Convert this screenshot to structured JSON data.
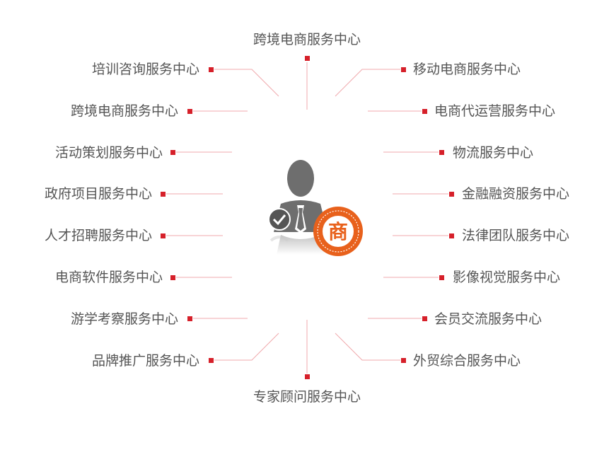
{
  "center": {
    "check_icon": "check-circle-icon",
    "logo_icon": "service-logo-seal-icon",
    "logo_char": "商",
    "logo_color": "#e8611c",
    "person_color": "#6e6e6e"
  },
  "accent_color": "#d6202a",
  "line_color": "#f0a9ad",
  "services": {
    "top": "跨境电商服务中心",
    "bottom": "专家顾问服务中心",
    "left": [
      "培训咨询服务中心",
      "跨境电商服务中心",
      "活动策划服务中心",
      "政府项目服务中心",
      "人才招聘服务中心",
      "电商软件服务中心",
      "游学考察服务中心",
      "品牌推广服务中心"
    ],
    "right": [
      "移动电商服务中心",
      "电商代运营服务中心",
      "物流服务中心",
      "金融融资服务中心",
      "法律团队服务中心",
      "影像视觉服务中心",
      "会员交流服务中心",
      "外贸综合服务中心"
    ]
  }
}
